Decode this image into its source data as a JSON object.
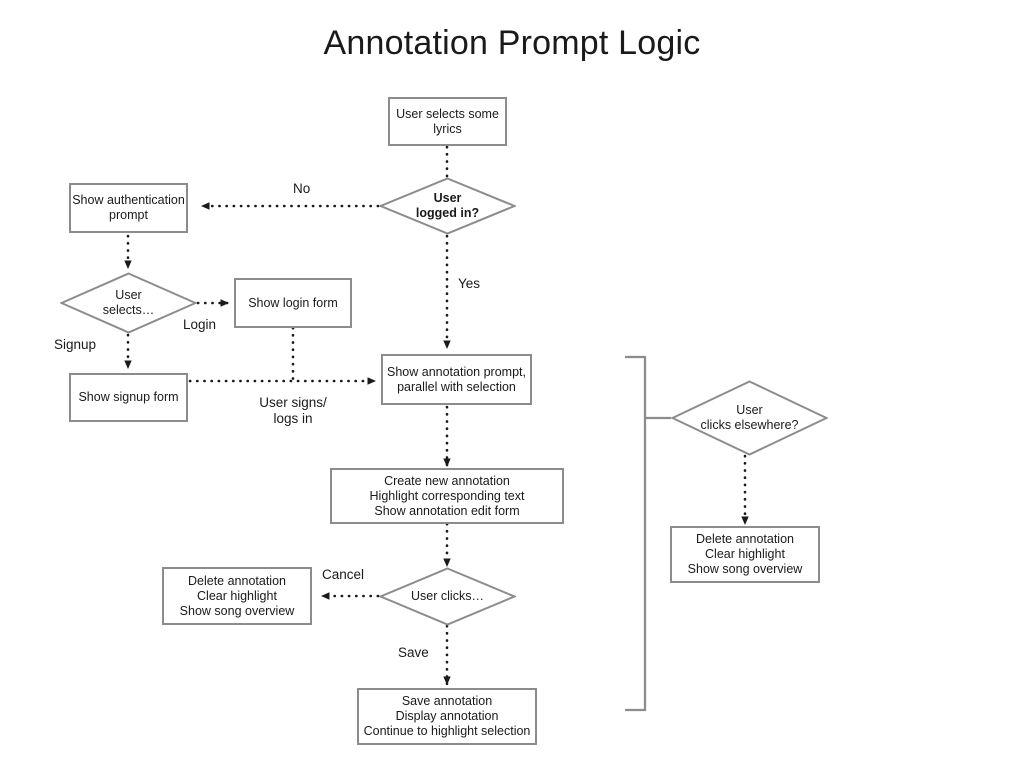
{
  "diagram": {
    "title": "Annotation Prompt Logic",
    "colors": {
      "node_border": "#8c8c8c",
      "connector": "#1a1a1a",
      "bracket": "#8c8c8c",
      "text": "#1a1a1a",
      "background": "#ffffff"
    },
    "nodes": [
      {
        "id": "select-lyrics",
        "shape": "box",
        "text": "User selects some\nlyrics"
      },
      {
        "id": "user-logged-in",
        "shape": "diamond",
        "text": "User\nlogged in?",
        "bold": true
      },
      {
        "id": "auth-prompt",
        "shape": "box",
        "text": "Show authentication\nprompt"
      },
      {
        "id": "user-selects",
        "shape": "diamond",
        "text": "User\nselects…"
      },
      {
        "id": "login-form",
        "shape": "box",
        "text": "Show login form"
      },
      {
        "id": "signup-form",
        "shape": "box",
        "text": "Show signup form"
      },
      {
        "id": "annotation-prompt",
        "shape": "box",
        "text": "Show annotation prompt,\nparallel with selection"
      },
      {
        "id": "create-annotation",
        "shape": "box",
        "text": "Create new annotation\nHighlight corresponding text\nShow annotation edit form"
      },
      {
        "id": "user-clicks",
        "shape": "diamond",
        "text": "User clicks…"
      },
      {
        "id": "cancel-result",
        "shape": "box",
        "text": "Delete annotation\nClear highlight\nShow song overview"
      },
      {
        "id": "save-result",
        "shape": "box",
        "text": "Save annotation\nDisplay annotation\nContinue to highlight selection"
      },
      {
        "id": "clicks-elsewhere",
        "shape": "diamond",
        "text": "User\nclicks elsewhere?"
      },
      {
        "id": "elsewhere-result",
        "shape": "box",
        "text": "Delete annotation\nClear highlight\nShow song overview"
      }
    ],
    "edge_labels": {
      "no": "No",
      "yes": "Yes",
      "login": "Login",
      "signup": "Signup",
      "user_signs": "User signs/\nlogs in",
      "cancel": "Cancel",
      "save": "Save"
    }
  }
}
